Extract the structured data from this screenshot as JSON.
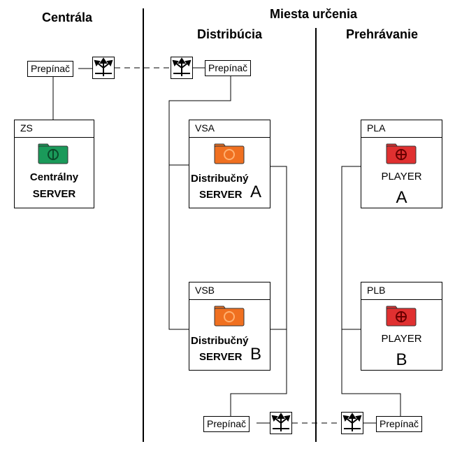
{
  "headings": {
    "centrala": "Centrála",
    "miesta": "Miesta určenia",
    "distribucia": "Distribúcia",
    "prehravanie": "Prehrávanie"
  },
  "switch_label": "Prepínač",
  "nodes": {
    "zs": {
      "id": "ZS",
      "line1": "Centrálny",
      "line2": "SERVER",
      "icon": "green-server-folder-icon",
      "color": "#1a9a5a"
    },
    "vsa": {
      "id": "VSA",
      "line1": "Distribučný",
      "line2": "SERVER",
      "letter": "A",
      "icon": "orange-folder-icon",
      "color": "#f07020"
    },
    "vsb": {
      "id": "VSB",
      "line1": "Distribučný",
      "line2": "SERVER",
      "letter": "B",
      "icon": "orange-folder-icon",
      "color": "#f07020"
    },
    "pla": {
      "id": "PLA",
      "line1": "PLAYER",
      "letter": "A",
      "icon": "red-player-folder-icon",
      "color": "#e03030"
    },
    "plb": {
      "id": "PLB",
      "line1": "PLAYER",
      "letter": "B",
      "icon": "red-player-folder-icon",
      "color": "#e03030"
    }
  }
}
